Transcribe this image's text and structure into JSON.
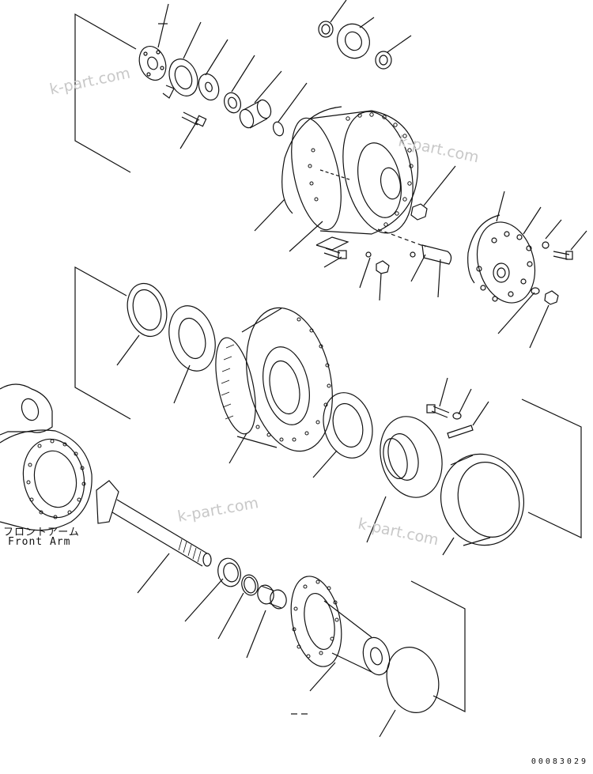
{
  "diagram": {
    "watermark": "k-part.com",
    "callout_jp": "フロントアーム",
    "callout_en": "Front Arm",
    "doc_id": "00083029",
    "line_color": "#111111",
    "watermark_color": "#c8c8c8"
  }
}
